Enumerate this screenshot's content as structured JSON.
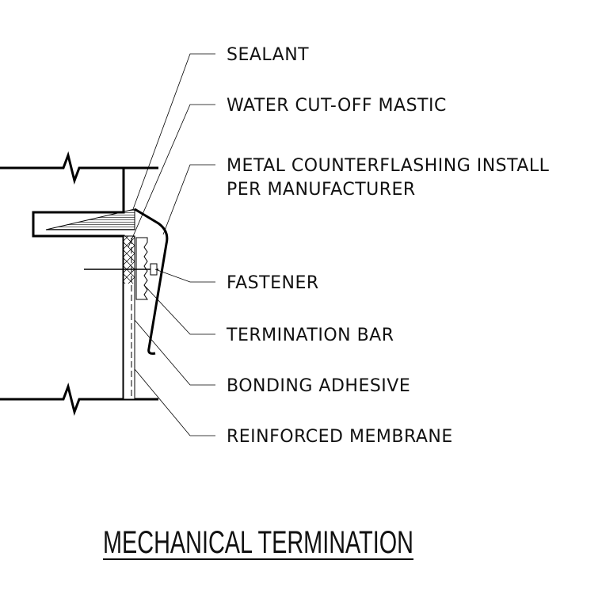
{
  "labels": {
    "sealant": "SEALANT",
    "water_cutoff": "WATER CUT-OFF MASTIC",
    "counterflashing_1": "METAL COUNTERFLASHING INSTALL",
    "counterflashing_2": "PER MANUFACTURER",
    "fastener": "FASTENER",
    "termination_bar": "TERMINATION BAR",
    "bonding_adhesive": "BONDING ADHESIVE",
    "reinforced_membrane": "REINFORCED MEMBRANE"
  },
  "title": "MECHANICAL TERMINATION",
  "colors": {
    "line": "#000000",
    "background": "#ffffff"
  }
}
